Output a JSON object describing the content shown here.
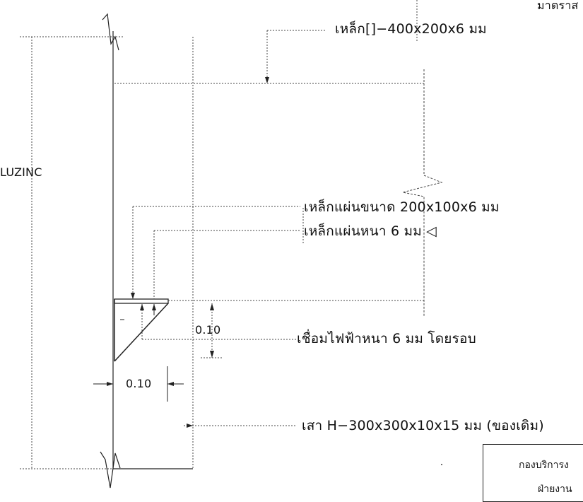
{
  "header": {
    "corner_text": "มาตราส"
  },
  "labels": {
    "steel_beam": "เหล็ก[]−400x200x6  มม",
    "roof_material": "LUZINC",
    "plate_size": "เหล็กแผ่นขนาด 200x100x6  มม",
    "plate_thickness": "เหล็กแผ่นหนา 6  มม  ◁",
    "weld": "เชื่อมไฟฟ้าหนา 6  มม  โดยรอบ",
    "column": "เสา H−300x300x10x15  มม  (ของเดิม)"
  },
  "dimensions": {
    "vertical_gusset": "0.10",
    "horizontal_gusset": "0.10"
  },
  "title_block": {
    "line1": "กองบริการง",
    "line2": "ฝ่ายงาน"
  },
  "colors": {
    "line": "#222222",
    "dashed": "#555555",
    "background": "#ffffff"
  }
}
